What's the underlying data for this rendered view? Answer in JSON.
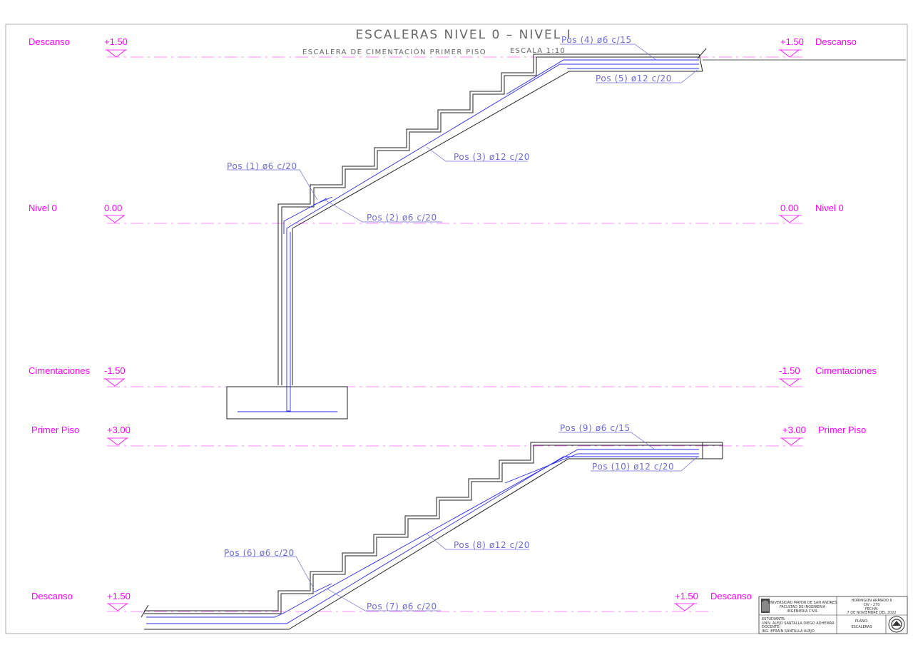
{
  "header": {
    "title": "ESCALERAS NIVEL 0 – NIVEL I",
    "subtitle": "ESCALERA DE CIMENTACIÓN PRIMER PISO",
    "scale": "ESCALA 1:10"
  },
  "levels": {
    "descanso_top": {
      "name": "Descanso",
      "value": "+1.50"
    },
    "nivel0": {
      "name": "Nivel 0",
      "value": "0.00"
    },
    "cimentaciones": {
      "name": "Cimentaciones",
      "value": "-1.50"
    },
    "primer_piso": {
      "name": "Primer Piso",
      "value": "+3.00"
    },
    "descanso_bottom": {
      "name": "Descanso",
      "value": "+1.50"
    }
  },
  "rebar": {
    "pos1": "Pos (1) ø6 c/20",
    "pos2": "Pos (2) ø6 c/20",
    "pos3": "Pos (3) ø12 c/20",
    "pos4": "Pos (4) ø6 c/15",
    "pos5": "Pos (5) ø12 c/20",
    "pos6": "Pos (6) ø6 c/20",
    "pos7": "Pos (7) ø6 c/20",
    "pos8": "Pos (8) ø12 c/20",
    "pos9": "Pos (9) ø6 c/15",
    "pos10": "Pos (10) ø12 c/20"
  },
  "title_block": {
    "univ1": "UNIVERSIDAD MAYOR DE SAN ANDRES",
    "univ2": "FACULTAD DE INGENIERIA",
    "univ3": "INGENIERIA CIVIL",
    "course1": "HORMIGON ARMADO II",
    "course2": "CIV - 270",
    "date_label": "FECHA:",
    "date": "7 DE NOVIEMBRE DEL 2022",
    "student_label": "ESTUDIANTE:",
    "student": "UNIV. ALEJO SANTALLA DIEGO ADHEMAR",
    "teacher_label": "DOCENTE:",
    "teacher": "ING. EFRAIN SANTALLA ALEJO",
    "plan_label": "PLANO:",
    "plan": "ESCALERAS"
  },
  "colors": {
    "level": "#ff00ff",
    "rebar": "#2a2aee",
    "label": "#6b6bd8",
    "concrete": "#222222"
  }
}
